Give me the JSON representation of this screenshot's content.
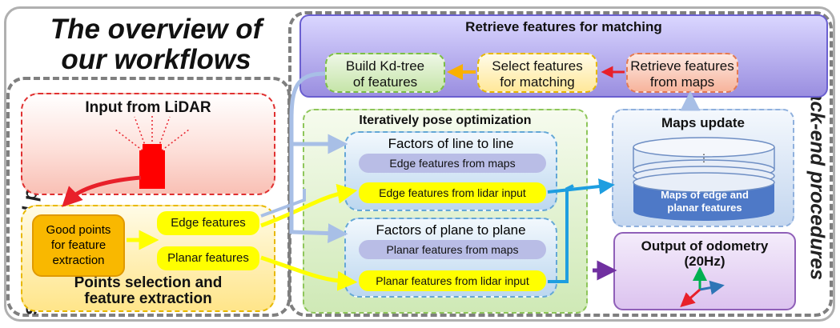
{
  "title": "The overview of our workflows",
  "title_lines": [
    "The overview of",
    "our workflows"
  ],
  "front_end": {
    "label": "Front-end procedures",
    "input_from_lidar": "Input from LiDAR",
    "points_selection": {
      "title_lines": [
        "Points selection and",
        "feature extraction"
      ],
      "good_points_lines": [
        "Good points",
        "for feature",
        "extraction"
      ],
      "edge_features": "Edge features",
      "planar_features": "Planar features"
    }
  },
  "back_end": {
    "label": "Back-end procedures",
    "retrieve": {
      "title": "Retrieve features for matching",
      "build_kd_tree_lines": [
        "Build Kd-tree",
        "of features"
      ],
      "select_features_lines": [
        "Select features",
        "for matching"
      ],
      "retrieve_from_maps_lines": [
        "Retrieve features",
        "from maps"
      ]
    },
    "iterative": {
      "title": "Iteratively pose optimization",
      "line_to_line": {
        "title": "Factors of line to line",
        "maps_item": "Edge features from maps",
        "lidar_item": "Edge features from lidar input"
      },
      "plane_to_plane": {
        "title": "Factors of plane to plane",
        "maps_item": "Planar features from maps",
        "lidar_item": "Planar features from lidar input"
      }
    },
    "maps_update": {
      "title": "Maps update",
      "ellipsis": "⋮",
      "db_label_lines": [
        "Maps of edge and",
        "planar features"
      ]
    },
    "output": {
      "title_lines": [
        "Output of odometry",
        "(20Hz)"
      ]
    }
  },
  "colors": {
    "red_arrow": "#e8202a",
    "yellow_arrow": "#ffff00",
    "orange_arrow": "#f9b000",
    "blue_arrow": "#1e9ee0",
    "light_blue_arrow": "#a8bfe6",
    "purple_arrow": "#7030a0"
  }
}
